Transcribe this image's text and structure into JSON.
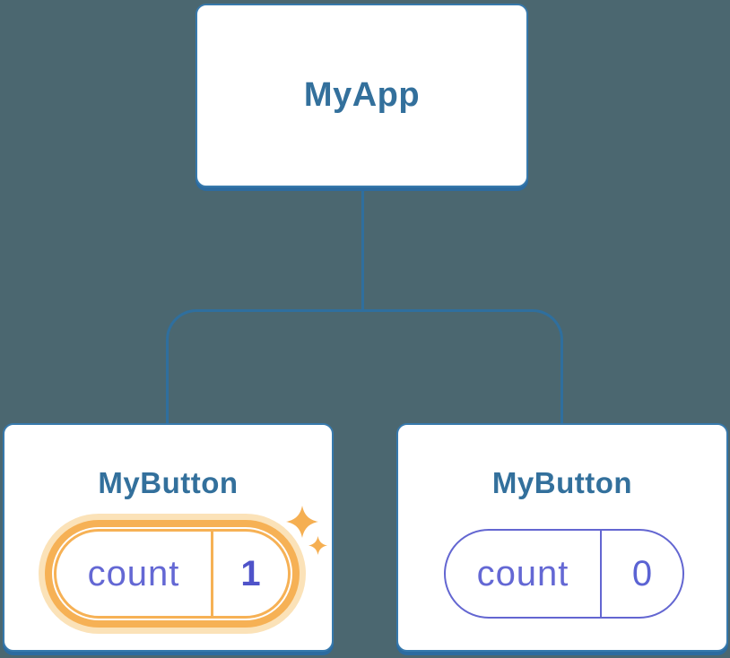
{
  "diagram": {
    "type": "component-tree",
    "root_node": {
      "label": "MyApp"
    },
    "child_nodes": [
      {
        "label": "MyButton",
        "state": {
          "name": "count",
          "value": "1"
        },
        "highlighted": true,
        "sparkles": true
      },
      {
        "label": "MyButton",
        "state": {
          "name": "count",
          "value": "0"
        },
        "highlighted": false,
        "sparkles": false
      }
    ]
  },
  "colors": {
    "background": "#4B6770",
    "connector": "#2F6F9E",
    "card_background": "#FFFFFF",
    "card_border": "#3779AC",
    "card_bottom_shadow": "#2C6BA0",
    "node_title_text": "#33709C",
    "state_name_text": "#6468D4",
    "state_value_highlight_text": "#4F53C9",
    "state_value_plain_text": "#5B63D3",
    "pill_border_plain": "#6366D1",
    "highlight_ring": "#F6B155",
    "highlight_glow": "#FBE2B8",
    "sparkle": "#F5AF52"
  },
  "icons": {
    "sparkle_large": "sparkle-icon",
    "sparkle_small": "sparkle-icon"
  }
}
